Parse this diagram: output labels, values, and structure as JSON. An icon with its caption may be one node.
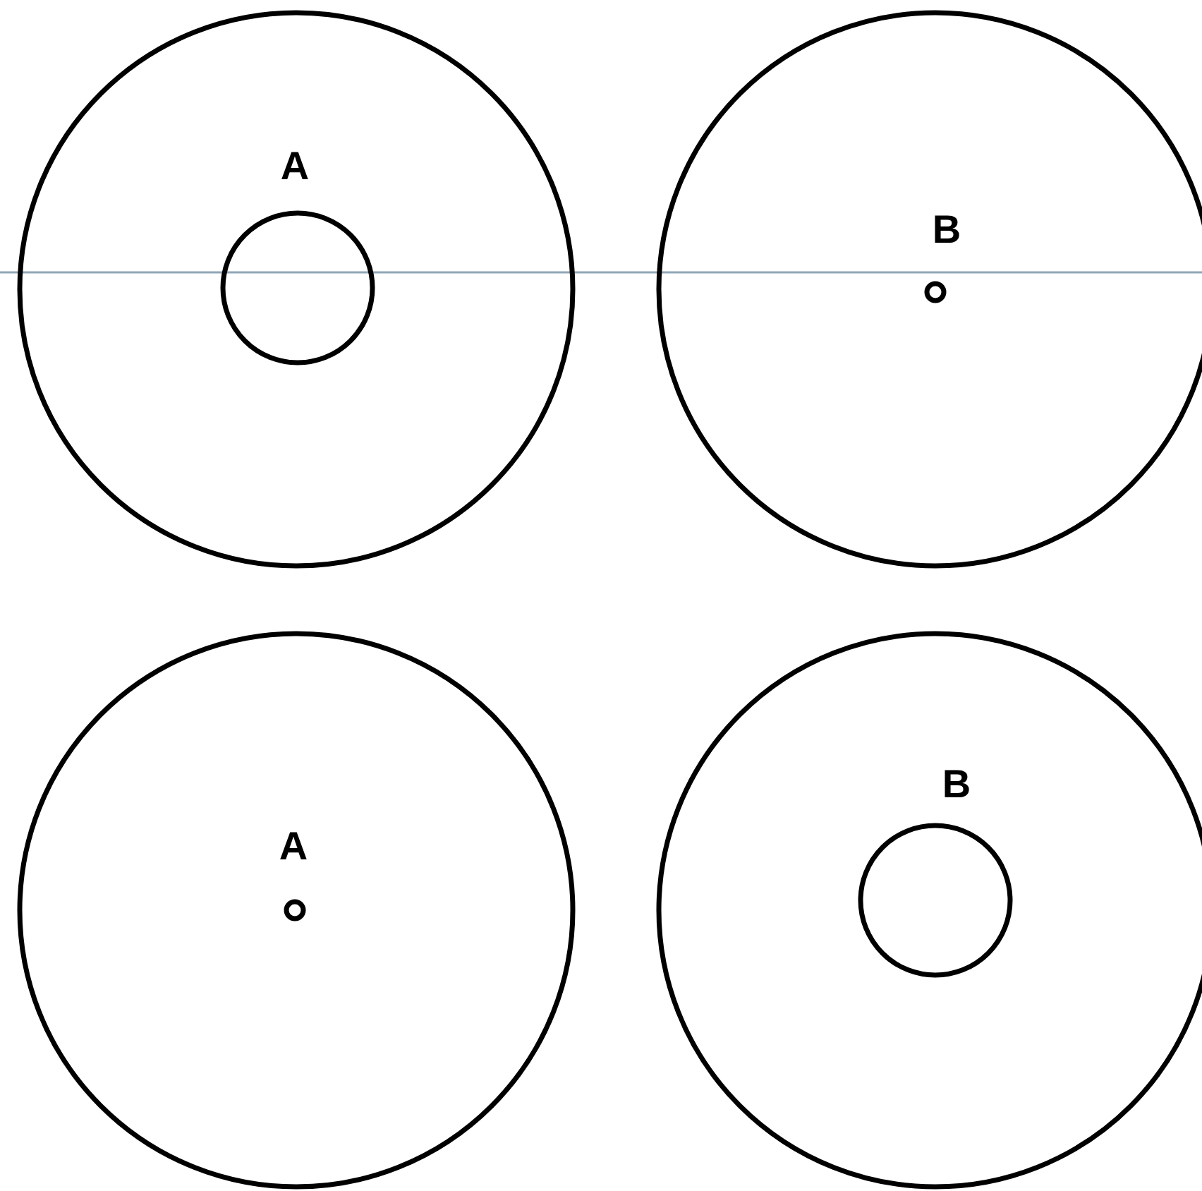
{
  "diagram": {
    "labels": [
      "A",
      "B",
      "A",
      "B"
    ]
  }
}
